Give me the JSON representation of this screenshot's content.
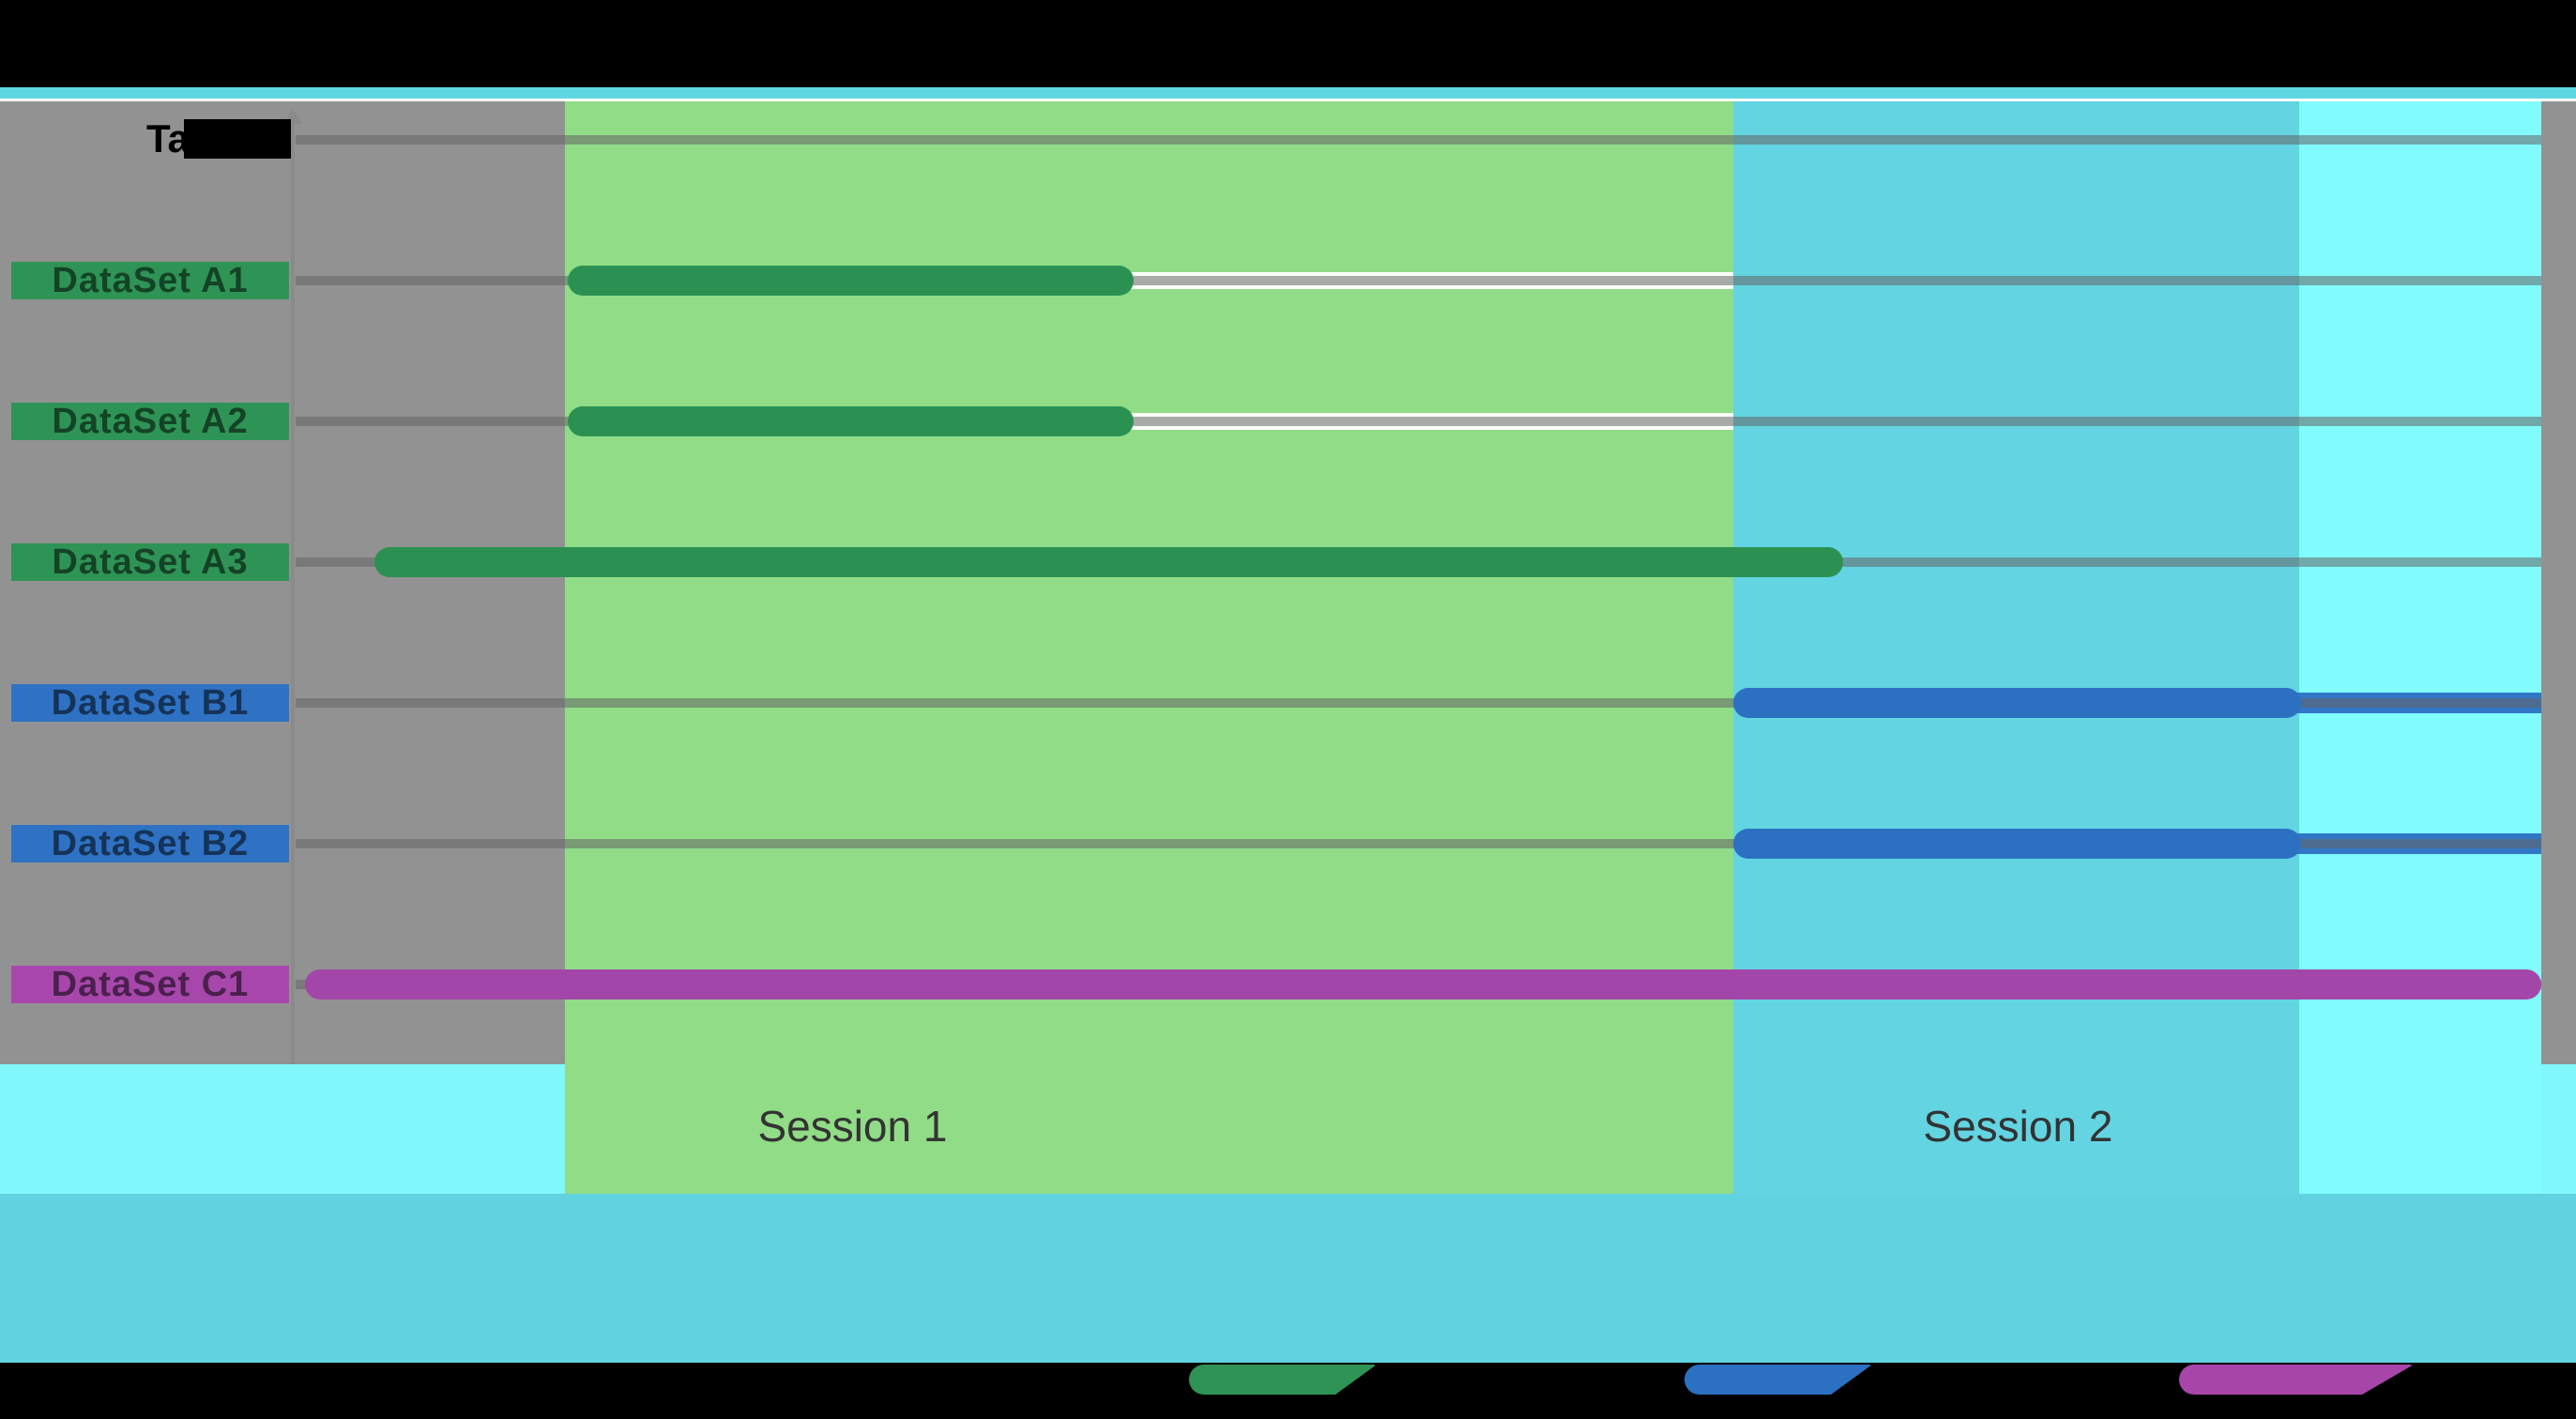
{
  "page": {
    "background": "#000000",
    "letterbox": "black top and bottom bands"
  },
  "axis": {
    "title": "Task",
    "y_axis_arrow": true,
    "x_tick_labels_visible": false
  },
  "colors": {
    "plot_background": "#929292",
    "top_strip_cyan": "#5ED7E3",
    "below_plot_light_cyan": "#80F8FB",
    "bottom_band_cyan": "#61D2E0",
    "gridline": "#686868",
    "session1_region": "#90DC87",
    "session2_region": "#63D4E2",
    "right_region": "#81FBFD",
    "series_a_green": "#2B9152",
    "series_b_blue": "#2C70C2",
    "series_c_purple": "#A346A9"
  },
  "chart_data": {
    "type": "gantt",
    "title": "",
    "x_units": "fraction of visible timeline (no tick labels rendered)",
    "x_range": [
      0,
      1
    ],
    "grid": {
      "horizontal_lines": 7,
      "vertical_lines": 0
    },
    "rows": [
      {
        "label": "DataSet A1",
        "label_bg": "#2E9455",
        "bar": {
          "start": 0.121,
          "end": 0.373,
          "color": "#2B9152"
        },
        "extension": {
          "type": "casing",
          "color": "#FFFFFF",
          "end": 0.64
        }
      },
      {
        "label": "DataSet A2",
        "label_bg": "#2E9455",
        "bar": {
          "start": 0.121,
          "end": 0.373,
          "color": "#2B9152"
        },
        "extension": {
          "type": "casing",
          "color": "#FFFFFF",
          "end": 0.64
        }
      },
      {
        "label": "DataSet A3",
        "label_bg": "#2E9455",
        "bar": {
          "start": 0.035,
          "end": 0.689,
          "color": "#2B9152"
        },
        "extension": null
      },
      {
        "label": "DataSet B1",
        "label_bg": "#2F72C4",
        "bar": {
          "start": 0.64,
          "end": 0.893,
          "color": "#2C70C2"
        },
        "extension": {
          "type": "line",
          "color": "#2C70C2",
          "end": 1.0
        }
      },
      {
        "label": "DataSet B2",
        "label_bg": "#2F72C4",
        "bar": {
          "start": 0.64,
          "end": 0.893,
          "color": "#2C70C2"
        },
        "extension": {
          "type": "line",
          "color": "#2C70C2",
          "end": 1.0
        }
      },
      {
        "label": "DataSet C1",
        "label_bg": "#A747AC",
        "bar": {
          "start": 0.004,
          "end": 1.0,
          "color": "#A346A9"
        },
        "extension": null
      }
    ],
    "regions": [
      {
        "label": "Session 1",
        "start": 0.12,
        "end": 0.64,
        "color": "#90DC87",
        "label_x": 0.248
      },
      {
        "label": "Session 2",
        "start": 0.64,
        "end": 0.892,
        "color": "#63D4E2",
        "label_x": 0.767
      },
      {
        "label": "",
        "start": 0.892,
        "end": 1.0,
        "color": "#81FBFD",
        "label_x": null
      }
    ],
    "legend": [
      {
        "label": "",
        "color": "#2E9355",
        "note": "label text rendered black on black (illegible)"
      },
      {
        "label": "",
        "color": "#2C70C2",
        "note": "label text rendered black on black (illegible)"
      },
      {
        "label": "",
        "color": "#A845A8",
        "note": "label text rendered black on black (illegible)"
      }
    ]
  }
}
